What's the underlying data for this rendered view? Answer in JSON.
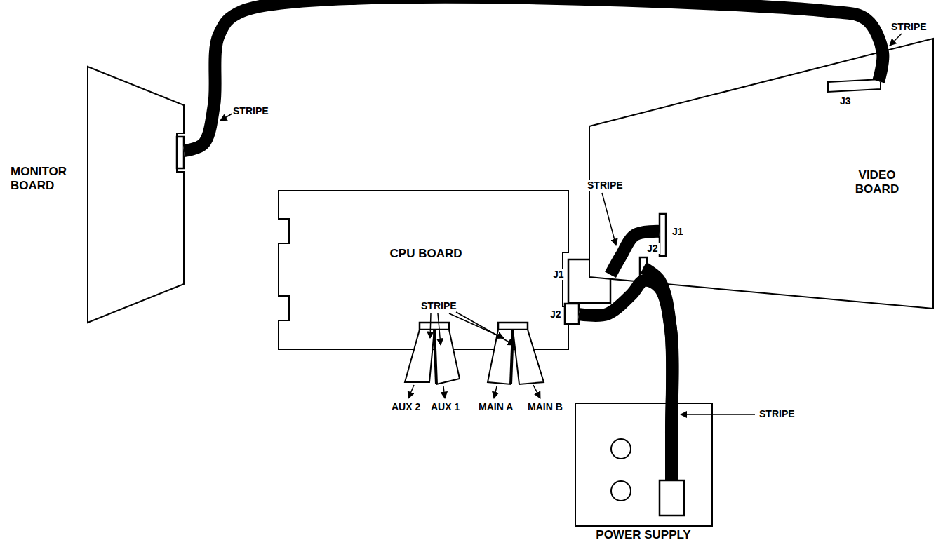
{
  "diagram": {
    "nodes": [
      {
        "text": [
          "MONITOR BOARD"
        ]
      },
      {
        "text": [
          "CPU BOARD"
        ]
      },
      {
        "text": [
          "VIDEO BOARD"
        ]
      },
      {
        "text": [
          "POWER SUPPLY"
        ]
      }
    ],
    "edges": [
      {
        "from": 0,
        "to": 2,
        "arrow": "none"
      },
      {
        "from": 1,
        "to": 2,
        "arrow": "none"
      },
      {
        "from": 1,
        "to": 3,
        "arrow": "none"
      },
      {
        "from": 2,
        "to": 3,
        "arrow": "none"
      }
    ],
    "labels": [
      "STRIPE",
      "STRIPE",
      "J3",
      "STRIPE",
      "J1",
      "J1",
      "J2",
      "J2",
      "STRIPE",
      "AUX 2",
      "AUX 1",
      "MAIN A",
      "MAIN B",
      "STRIPE"
    ]
  }
}
